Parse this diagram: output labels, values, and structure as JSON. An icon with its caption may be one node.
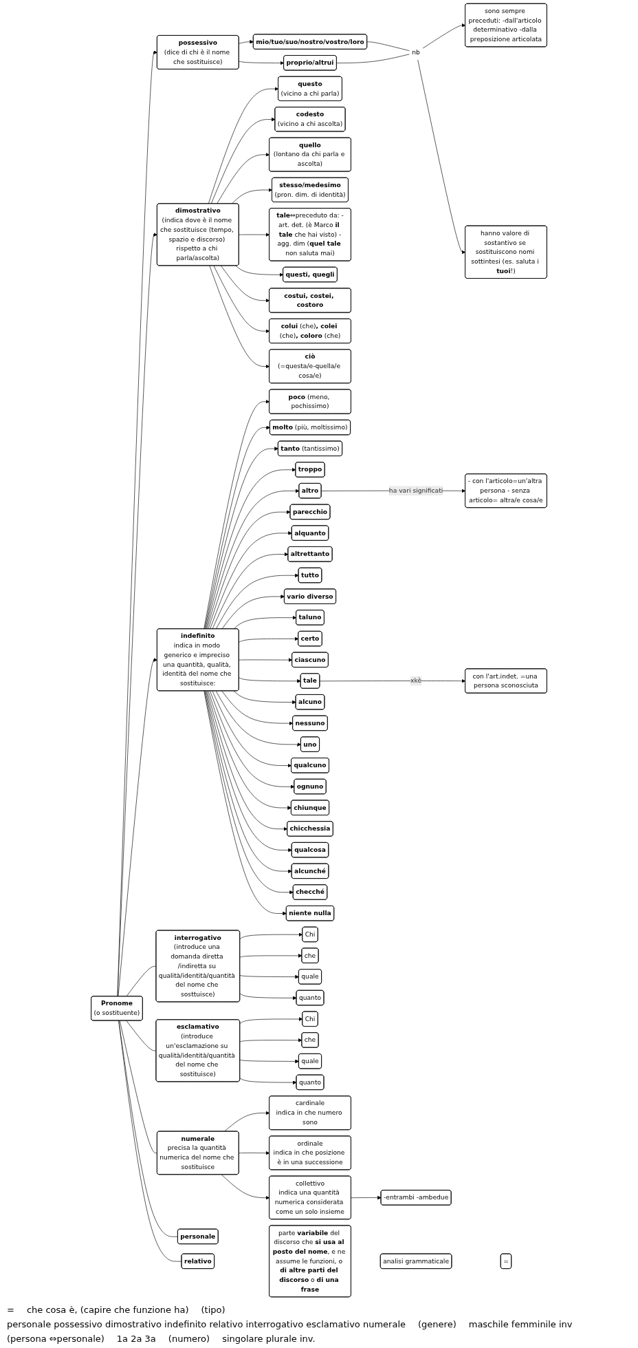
{
  "diagram": {
    "nodes": [
      {
        "text": [
          "Pronome",
          "(o sostituente)"
        ]
      },
      {
        "text": [
          "parte **variabile** del discorso che **si usa al posto del nome**, e ne assume le funzioni, o **di altre parti del discorso** o **di una frase**"
        ]
      },
      {
        "text": [
          "possessivo",
          "(dice di chi è il nome che sostituisce)"
        ]
      },
      {
        "text": [
          "mio/tuo/suo/nostro/vostro/loro"
        ]
      },
      {
        "text": [
          "proprio/altrui"
        ]
      },
      {
        "text": [
          "nb"
        ]
      },
      {
        "text": [
          "sono sempre preceduti: -dall'articolo determinativo -dalla preposizione articolata"
        ]
      },
      {
        "text": [
          "hanno valore di sostantivo se sostituiscono nomi sottintesi (es. saluta i **tuoi**!)"
        ]
      },
      {
        "text": [
          "dimostrativo",
          "(indica dove è il nome che sostituisce (tempo, spazio e discorso) rispetto a chi parla/ascolta)"
        ]
      },
      {
        "text": [
          "questo",
          "(vicino a chi parla)"
        ]
      },
      {
        "text": [
          "codesto",
          "(vicino a chi ascolta)"
        ]
      },
      {
        "text": [
          "quello",
          "(lontano da chi parla e ascolta)"
        ]
      },
      {
        "text": [
          "stesso/medesimo",
          "(pron. dim. di identità)"
        ]
      },
      {
        "text": [
          "**tale**⇔preceduto da: -art. det. (è Marco **il tale** che hai visto) -agg. dim (**quel tale** non saluta mai)"
        ]
      },
      {
        "text": [
          "questi, quegli"
        ]
      },
      {
        "text": [
          "costui, costei, costoro"
        ]
      },
      {
        "text": [
          "**colui** (che)**, colei** (che)**, coloro** (che)"
        ]
      },
      {
        "text": [
          "ciò",
          "(=questa/e-quella/e cosa/e)"
        ]
      },
      {
        "text": [
          "indefinito",
          "indica in modo generico e impreciso una quantità, qualità, identità del nome che sostituisce:"
        ]
      },
      {
        "text": [
          "**poco** (meno, pochissimo)"
        ]
      },
      {
        "text": [
          "**molto** (più, moltissimo)"
        ]
      },
      {
        "text": [
          "**tanto** (tantissimo)"
        ]
      },
      {
        "text": [
          "troppo"
        ]
      },
      {
        "text": [
          "altro"
        ]
      },
      {
        "text": [
          "- con l'articolo=un'altra persona - senza articolo= altra/e cosa/e"
        ]
      },
      {
        "text": [
          "parecchio"
        ]
      },
      {
        "text": [
          "alquanto"
        ]
      },
      {
        "text": [
          "altrettanto"
        ]
      },
      {
        "text": [
          "tutto"
        ]
      },
      {
        "text": [
          "vario diverso"
        ]
      },
      {
        "text": [
          "taluno"
        ]
      },
      {
        "text": [
          "certo"
        ]
      },
      {
        "text": [
          "ciascuno"
        ]
      },
      {
        "text": [
          "tale"
        ]
      },
      {
        "text": [
          "con l'art.indet. =una persona sconosciuta"
        ]
      },
      {
        "text": [
          "alcuno"
        ]
      },
      {
        "text": [
          "nessuno"
        ]
      },
      {
        "text": [
          "uno"
        ]
      },
      {
        "text": [
          "qualcuno"
        ]
      },
      {
        "text": [
          "ognuno"
        ]
      },
      {
        "text": [
          "chiunque"
        ]
      },
      {
        "text": [
          "chicchessia"
        ]
      },
      {
        "text": [
          "qualcosa"
        ]
      },
      {
        "text": [
          "alcunché"
        ]
      },
      {
        "text": [
          "checché"
        ]
      },
      {
        "text": [
          "niente nulla"
        ]
      },
      {
        "text": [
          "interrogativo",
          "(introduce una domanda diretta /indiretta su qualità/identità/quantità del nome che sosttuisce)"
        ]
      },
      {
        "text": [
          "Chi"
        ]
      },
      {
        "text": [
          "che"
        ]
      },
      {
        "text": [
          "quale"
        ]
      },
      {
        "text": [
          "quanto"
        ]
      },
      {
        "text": [
          "esclamativo",
          "(introduce un'esclamazione su qualità/identità/quantità del nome che sostituisce)"
        ]
      },
      {
        "text": [
          "Chi"
        ]
      },
      {
        "text": [
          "che"
        ]
      },
      {
        "text": [
          "quale"
        ]
      },
      {
        "text": [
          "quanto"
        ]
      },
      {
        "text": [
          "numerale",
          "precisa la quantità numerica del nome che sostituisce"
        ]
      },
      {
        "text": [
          "cardinale",
          "indica in che numero sono"
        ]
      },
      {
        "text": [
          "ordinale",
          "indica in che posizione è in una successione"
        ]
      },
      {
        "text": [
          "collettivo",
          "indica una quantità numerica considerata come un solo insieme"
        ]
      },
      {
        "text": [
          "-entrambi -ambedue"
        ]
      },
      {
        "text": [
          "personale"
        ]
      },
      {
        "text": [
          "relativo"
        ]
      },
      {
        "text": [
          "analisi grammaticale"
        ]
      },
      {
        "text": [
          "="
        ]
      }
    ],
    "edges": [
      {
        "from": 0,
        "to": 2,
        "arrow": "to"
      },
      {
        "from": 0,
        "to": 8,
        "arrow": "to"
      },
      {
        "from": 0,
        "to": 18,
        "arrow": "to"
      },
      {
        "from": 0,
        "to": 46,
        "arrow": "none"
      },
      {
        "from": 0,
        "to": 51,
        "arrow": "none"
      },
      {
        "from": 0,
        "to": 56,
        "arrow": "none"
      },
      {
        "from": 0,
        "to": 61,
        "arrow": "none"
      },
      {
        "from": 0,
        "to": 62,
        "arrow": "none"
      },
      {
        "from": 2,
        "to": 3,
        "arrow": "to"
      },
      {
        "from": 2,
        "to": 4,
        "arrow": "to"
      },
      {
        "from": 3,
        "to": 5,
        "arrow": "none"
      },
      {
        "from": 4,
        "to": 5,
        "arrow": "none"
      },
      {
        "from": 5,
        "to": 6,
        "arrow": "to"
      },
      {
        "from": 5,
        "to": 7,
        "arrow": "to"
      },
      {
        "from": 8,
        "to": 9,
        "arrow": "to"
      },
      {
        "from": 8,
        "to": 10,
        "arrow": "to"
      },
      {
        "from": 8,
        "to": 11,
        "arrow": "to"
      },
      {
        "from": 8,
        "to": 12,
        "arrow": "to"
      },
      {
        "from": 8,
        "to": 13,
        "arrow": "to"
      },
      {
        "from": 8,
        "to": 14,
        "arrow": "to"
      },
      {
        "from": 8,
        "to": 15,
        "arrow": "to"
      },
      {
        "from": 8,
        "to": 16,
        "arrow": "to"
      },
      {
        "from": 8,
        "to": 17,
        "arrow": "to"
      },
      {
        "from": 18,
        "to": 19,
        "arrow": "to"
      },
      {
        "from": 18,
        "to": 20,
        "arrow": "to"
      },
      {
        "from": 18,
        "to": 21,
        "arrow": "to"
      },
      {
        "from": 18,
        "to": 22,
        "arrow": "to"
      },
      {
        "from": 18,
        "to": 23,
        "arrow": "to"
      },
      {
        "from": 23,
        "to": 24,
        "arrow": "to",
        "label": "ha vari significati"
      },
      {
        "from": 18,
        "to": 25,
        "arrow": "to"
      },
      {
        "from": 18,
        "to": 26,
        "arrow": "to"
      },
      {
        "from": 18,
        "to": 27,
        "arrow": "to"
      },
      {
        "from": 18,
        "to": 28,
        "arrow": "to"
      },
      {
        "from": 18,
        "to": 29,
        "arrow": "to"
      },
      {
        "from": 18,
        "to": 30,
        "arrow": "to"
      },
      {
        "from": 18,
        "to": 31,
        "arrow": "to"
      },
      {
        "from": 18,
        "to": 32,
        "arrow": "to"
      },
      {
        "from": 18,
        "to": 33,
        "arrow": "to"
      },
      {
        "from": 33,
        "to": 34,
        "arrow": "to",
        "label": "xkè"
      },
      {
        "from": 18,
        "to": 35,
        "arrow": "to"
      },
      {
        "from": 18,
        "to": 36,
        "arrow": "to"
      },
      {
        "from": 18,
        "to": 37,
        "arrow": "to"
      },
      {
        "from": 18,
        "to": 38,
        "arrow": "to"
      },
      {
        "from": 18,
        "to": 39,
        "arrow": "to"
      },
      {
        "from": 18,
        "to": 40,
        "arrow": "to"
      },
      {
        "from": 18,
        "to": 41,
        "arrow": "to"
      },
      {
        "from": 18,
        "to": 42,
        "arrow": "to"
      },
      {
        "from": 18,
        "to": 43,
        "arrow": "to"
      },
      {
        "from": 18,
        "to": 44,
        "arrow": "to"
      },
      {
        "from": 18,
        "to": 45,
        "arrow": "to"
      },
      {
        "from": 46,
        "to": 47,
        "arrow": "to"
      },
      {
        "from": 46,
        "to": 48,
        "arrow": "to"
      },
      {
        "from": 46,
        "to": 49,
        "arrow": "to"
      },
      {
        "from": 46,
        "to": 50,
        "arrow": "to"
      },
      {
        "from": 51,
        "to": 52,
        "arrow": "to"
      },
      {
        "from": 51,
        "to": 53,
        "arrow": "to"
      },
      {
        "from": 51,
        "to": 54,
        "arrow": "to"
      },
      {
        "from": 51,
        "to": 55,
        "arrow": "to"
      },
      {
        "from": 56,
        "to": 57,
        "arrow": "to"
      },
      {
        "from": 56,
        "to": 58,
        "arrow": "to"
      },
      {
        "from": 56,
        "to": 59,
        "arrow": "to"
      },
      {
        "from": 59,
        "to": 60,
        "arrow": "to"
      }
    ],
    "labels": [
      "=",
      "che cosa è, (capire che funzione ha)",
      "(tipo)",
      "personale possessivo dimostrativo indefinito relativo interrogativo esclamativo numerale",
      "(genere)",
      "maschile femminile inv",
      "(persona ⇔personale)",
      "1a 2a 3a",
      "(numero)",
      "singolare plurale inv."
    ]
  }
}
